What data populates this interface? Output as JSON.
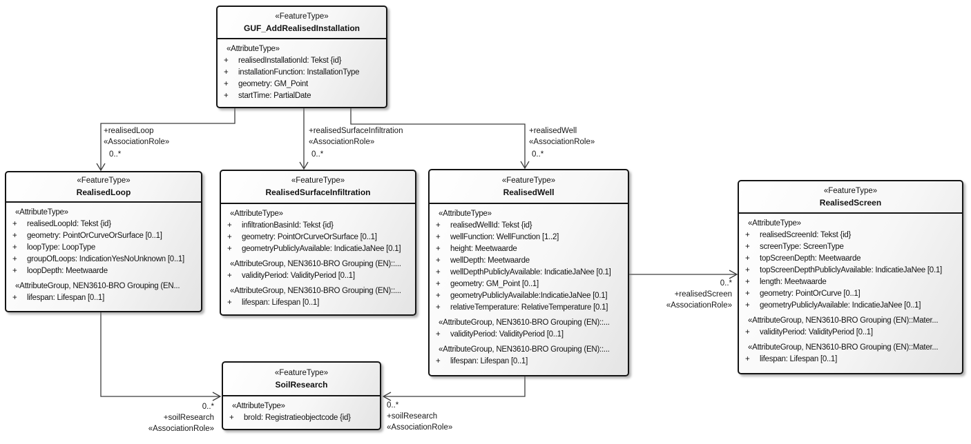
{
  "diagram": {
    "background_color": "#ffffff",
    "box_border_color": "#141414",
    "box_fill_light": "#ffffff",
    "box_fill_dark": "#e4e4e4",
    "connector_color": "#3c3c3c"
  },
  "classes": [
    {
      "stereotype": "«FeatureType»",
      "name": "GUF_AddRealisedInstallation",
      "rows": [
        {
          "kind": "header",
          "text": "«AttributeType»"
        },
        {
          "kind": "attr",
          "vis": "+",
          "text": "realisedInstallationId: Tekst {id}"
        },
        {
          "kind": "attr",
          "vis": "+",
          "text": "installationFunction: InstallationType"
        },
        {
          "kind": "attr",
          "vis": "+",
          "text": "geometry: GM_Point"
        },
        {
          "kind": "attr",
          "vis": "+",
          "text": "startTime: PartialDate"
        }
      ]
    },
    {
      "stereotype": "«FeatureType»",
      "name": "RealisedLoop",
      "rows": [
        {
          "kind": "header",
          "text": "«AttributeType»"
        },
        {
          "kind": "attr",
          "vis": "+",
          "text": "realisedLoopId: Tekst {id}"
        },
        {
          "kind": "attr",
          "vis": "+",
          "text": "geometry: PointOrCurveOrSurface [0..1]"
        },
        {
          "kind": "attr",
          "vis": "+",
          "text": "loopType: LoopType"
        },
        {
          "kind": "attr",
          "vis": "+",
          "text": "groupOfLoops: IndicationYesNoUnknown [0..1]"
        },
        {
          "kind": "attr",
          "vis": "+",
          "text": "loopDepth: Meetwaarde"
        },
        {
          "kind": "header",
          "text": "«AttributeGroup, NEN3610-BRO Grouping (EN..."
        },
        {
          "kind": "attr",
          "vis": "+",
          "text": "lifespan: Lifespan [0..1]"
        }
      ]
    },
    {
      "stereotype": "«FeatureType»",
      "name": "RealisedSurfaceInfiltration",
      "rows": [
        {
          "kind": "header",
          "text": "«AttributeType»"
        },
        {
          "kind": "attr",
          "vis": "+",
          "text": "infiltrationBasinId: Tekst {id}"
        },
        {
          "kind": "attr",
          "vis": "+",
          "text": "geometry: PointOrCurveOrSurface [0..1]"
        },
        {
          "kind": "attr",
          "vis": "+",
          "text": "geometryPubliclyAvailable: IndicatieJaNee [0.1]"
        },
        {
          "kind": "header",
          "text": "«AttributeGroup, NEN3610-BRO Grouping (EN)::..."
        },
        {
          "kind": "attr",
          "vis": "+",
          "text": "validityPeriod: ValidityPeriod [0..1]"
        },
        {
          "kind": "header",
          "text": "«AttributeGroup, NEN3610-BRO Grouping (EN)::..."
        },
        {
          "kind": "attr",
          "vis": "+",
          "text": "lifespan: Lifespan [0..1]"
        }
      ]
    },
    {
      "stereotype": "«FeatureType»",
      "name": "RealisedWell",
      "rows": [
        {
          "kind": "header",
          "text": "«AttributeType»"
        },
        {
          "kind": "attr",
          "vis": "+",
          "text": "realisedWellId: Tekst {id}"
        },
        {
          "kind": "attr",
          "vis": "+",
          "text": "wellFunction: WellFunction [1..2]"
        },
        {
          "kind": "attr",
          "vis": "+",
          "text": "height: Meetwaarde"
        },
        {
          "kind": "attr",
          "vis": "+",
          "text": "wellDepth: Meetwaarde"
        },
        {
          "kind": "attr",
          "vis": "+",
          "text": "wellDepthPubliclyAvailable: IndicatieJaNee [0.1]"
        },
        {
          "kind": "attr",
          "vis": "+",
          "text": "geometry: GM_Point [0..1]"
        },
        {
          "kind": "attr",
          "vis": "+",
          "text": "geometryPubliclyAvailable:IndicatieJaNee [0.1]"
        },
        {
          "kind": "attr",
          "vis": "+",
          "text": "relativeTemperature: RelativeTemperature [0.1]"
        },
        {
          "kind": "header",
          "text": "«AttributeGroup, NEN3610-BRO Grouping (EN)::..."
        },
        {
          "kind": "attr",
          "vis": "+",
          "text": "validityPeriod: ValidityPeriod [0..1]"
        },
        {
          "kind": "header",
          "text": "«AttributeGroup, NEN3610-BRO Grouping (EN)::..."
        },
        {
          "kind": "attr",
          "vis": "+",
          "text": "lifespan: Lifespan [0..1]"
        }
      ]
    },
    {
      "stereotype": "«FeatureType»",
      "name": "RealisedScreen",
      "rows": [
        {
          "kind": "header",
          "text": "«AttributeType»"
        },
        {
          "kind": "attr",
          "vis": "+",
          "text": "realisedScreenId: Tekst {id}"
        },
        {
          "kind": "attr",
          "vis": "+",
          "text": "screenType: ScreenType"
        },
        {
          "kind": "attr",
          "vis": "+",
          "text": "topScreenDepth: Meetwaarde"
        },
        {
          "kind": "attr",
          "vis": "+",
          "text": "topScreenDepthPubliclyAvailable: IndicatieJaNee [0.1]"
        },
        {
          "kind": "attr",
          "vis": "+",
          "text": "length: Meetwaarde"
        },
        {
          "kind": "attr",
          "vis": "+",
          "text": "geometry: PointOrCurve [0..1]"
        },
        {
          "kind": "attr",
          "vis": "+",
          "text": "geometryPubliclyAvailable: IndicatieJaNee [0..1]"
        },
        {
          "kind": "header",
          "text": "«AttributeGroup, NEN3610-BRO Grouping (EN)::Mater..."
        },
        {
          "kind": "attr",
          "vis": "+",
          "text": "validityPeriod: ValidityPeriod [0..1]"
        },
        {
          "kind": "header",
          "text": "«AttributeGroup, NEN3610-BRO Grouping (EN)::Mater..."
        },
        {
          "kind": "attr",
          "vis": "+",
          "text": "lifespan: Lifespan [0..1]"
        }
      ]
    },
    {
      "stereotype": "«FeatureType»",
      "name": "SoilResearch",
      "rows": [
        {
          "kind": "header",
          "text": "«AttributeType»"
        },
        {
          "kind": "attr",
          "vis": "+",
          "text": "broId: Registratieobjectcode {id}"
        }
      ]
    }
  ],
  "connectors": [
    {
      "from": "GUF_AddRealisedInstallation",
      "to": "RealisedLoop",
      "role": "+realisedLoop",
      "stereotype": "«AssociationRole»",
      "multiplicity": "0..*"
    },
    {
      "from": "GUF_AddRealisedInstallation",
      "to": "RealisedSurfaceInfiltration",
      "role": "+realisedSurfaceInfiltration",
      "stereotype": "«AssociationRole»",
      "multiplicity": "0..*"
    },
    {
      "from": "GUF_AddRealisedInstallation",
      "to": "RealisedWell",
      "role": "+realisedWell",
      "stereotype": "«AssociationRole»",
      "multiplicity": "0..*"
    },
    {
      "from": "RealisedWell",
      "to": "RealisedScreen",
      "role": "+realisedScreen",
      "stereotype": "«AssociationRole»",
      "multiplicity": "0..*"
    },
    {
      "from": "RealisedLoop",
      "to": "SoilResearch",
      "role": "+soilResearch",
      "stereotype": "«AssociationRole»",
      "multiplicity": "0..*"
    },
    {
      "from": "RealisedWell",
      "to": "SoilResearch",
      "role": "+soilResearch",
      "stereotype": "«AssociationRole»",
      "multiplicity": "0..*"
    }
  ]
}
